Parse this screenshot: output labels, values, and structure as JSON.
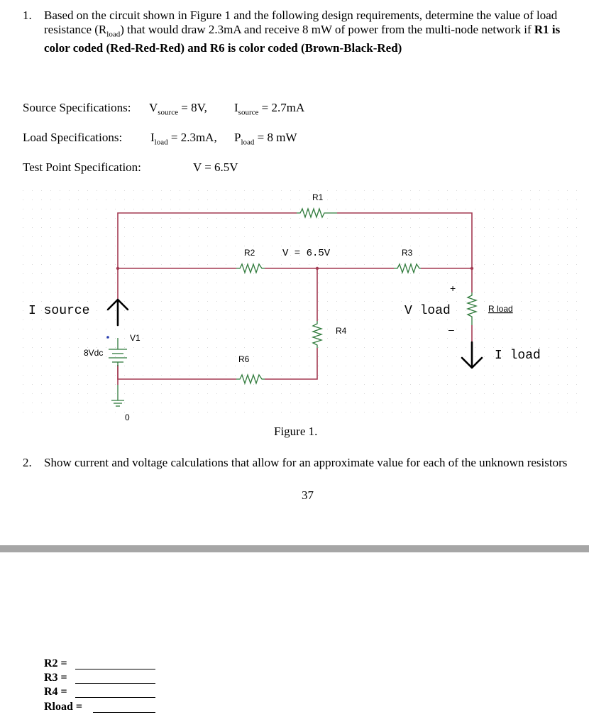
{
  "q1": {
    "number": "1.",
    "text_a": "Based on the circuit shown in Figure 1 and the following design requirements, determine the value of load resistance (R",
    "text_a_sub": "load",
    "text_b": ") that would draw 2.3mA and receive 8 mW of power from the multi-node network if ",
    "text_bold": "R1 is color coded (Red-Red-Red) and R6 is color coded (Brown-Black-Red)"
  },
  "source_spec": {
    "label": "Source Specifications:",
    "v": "V",
    "v_sub": "source",
    "v_val": " = 8V,",
    "i": "I",
    "i_sub": "source",
    "i_val": " = 2.7mA"
  },
  "load_spec": {
    "label": "Load Specifications:",
    "i": "I",
    "i_sub": "load",
    "i_val": " = 2.3mA,",
    "p": "P",
    "p_sub": "load",
    "p_val": " = 8 mW"
  },
  "test_spec": {
    "label": "Test Point Specification:",
    "value": "V = 6.5V"
  },
  "circuit": {
    "r1": "R1",
    "r2": "R2",
    "r3": "R3",
    "r4": "R4",
    "r6": "R6",
    "v_test": "V = 6.5V",
    "i_source": "I source",
    "v1": "V1",
    "v1_val": "8Vdc",
    "ground": "0",
    "plus": "+",
    "minus": "–",
    "v_load": "V load",
    "r_load": "R load",
    "i_load": "I load"
  },
  "figure_caption": "Figure 1.",
  "q2": {
    "number": "2.",
    "text": "Show current and voltage calculations that allow for an approximate value for each of the unknown resistors"
  },
  "page_number": "37",
  "answers": [
    {
      "label": "R2 ="
    },
    {
      "label": "R3 ="
    },
    {
      "label": "R4 ="
    },
    {
      "label": "Rload ="
    }
  ]
}
